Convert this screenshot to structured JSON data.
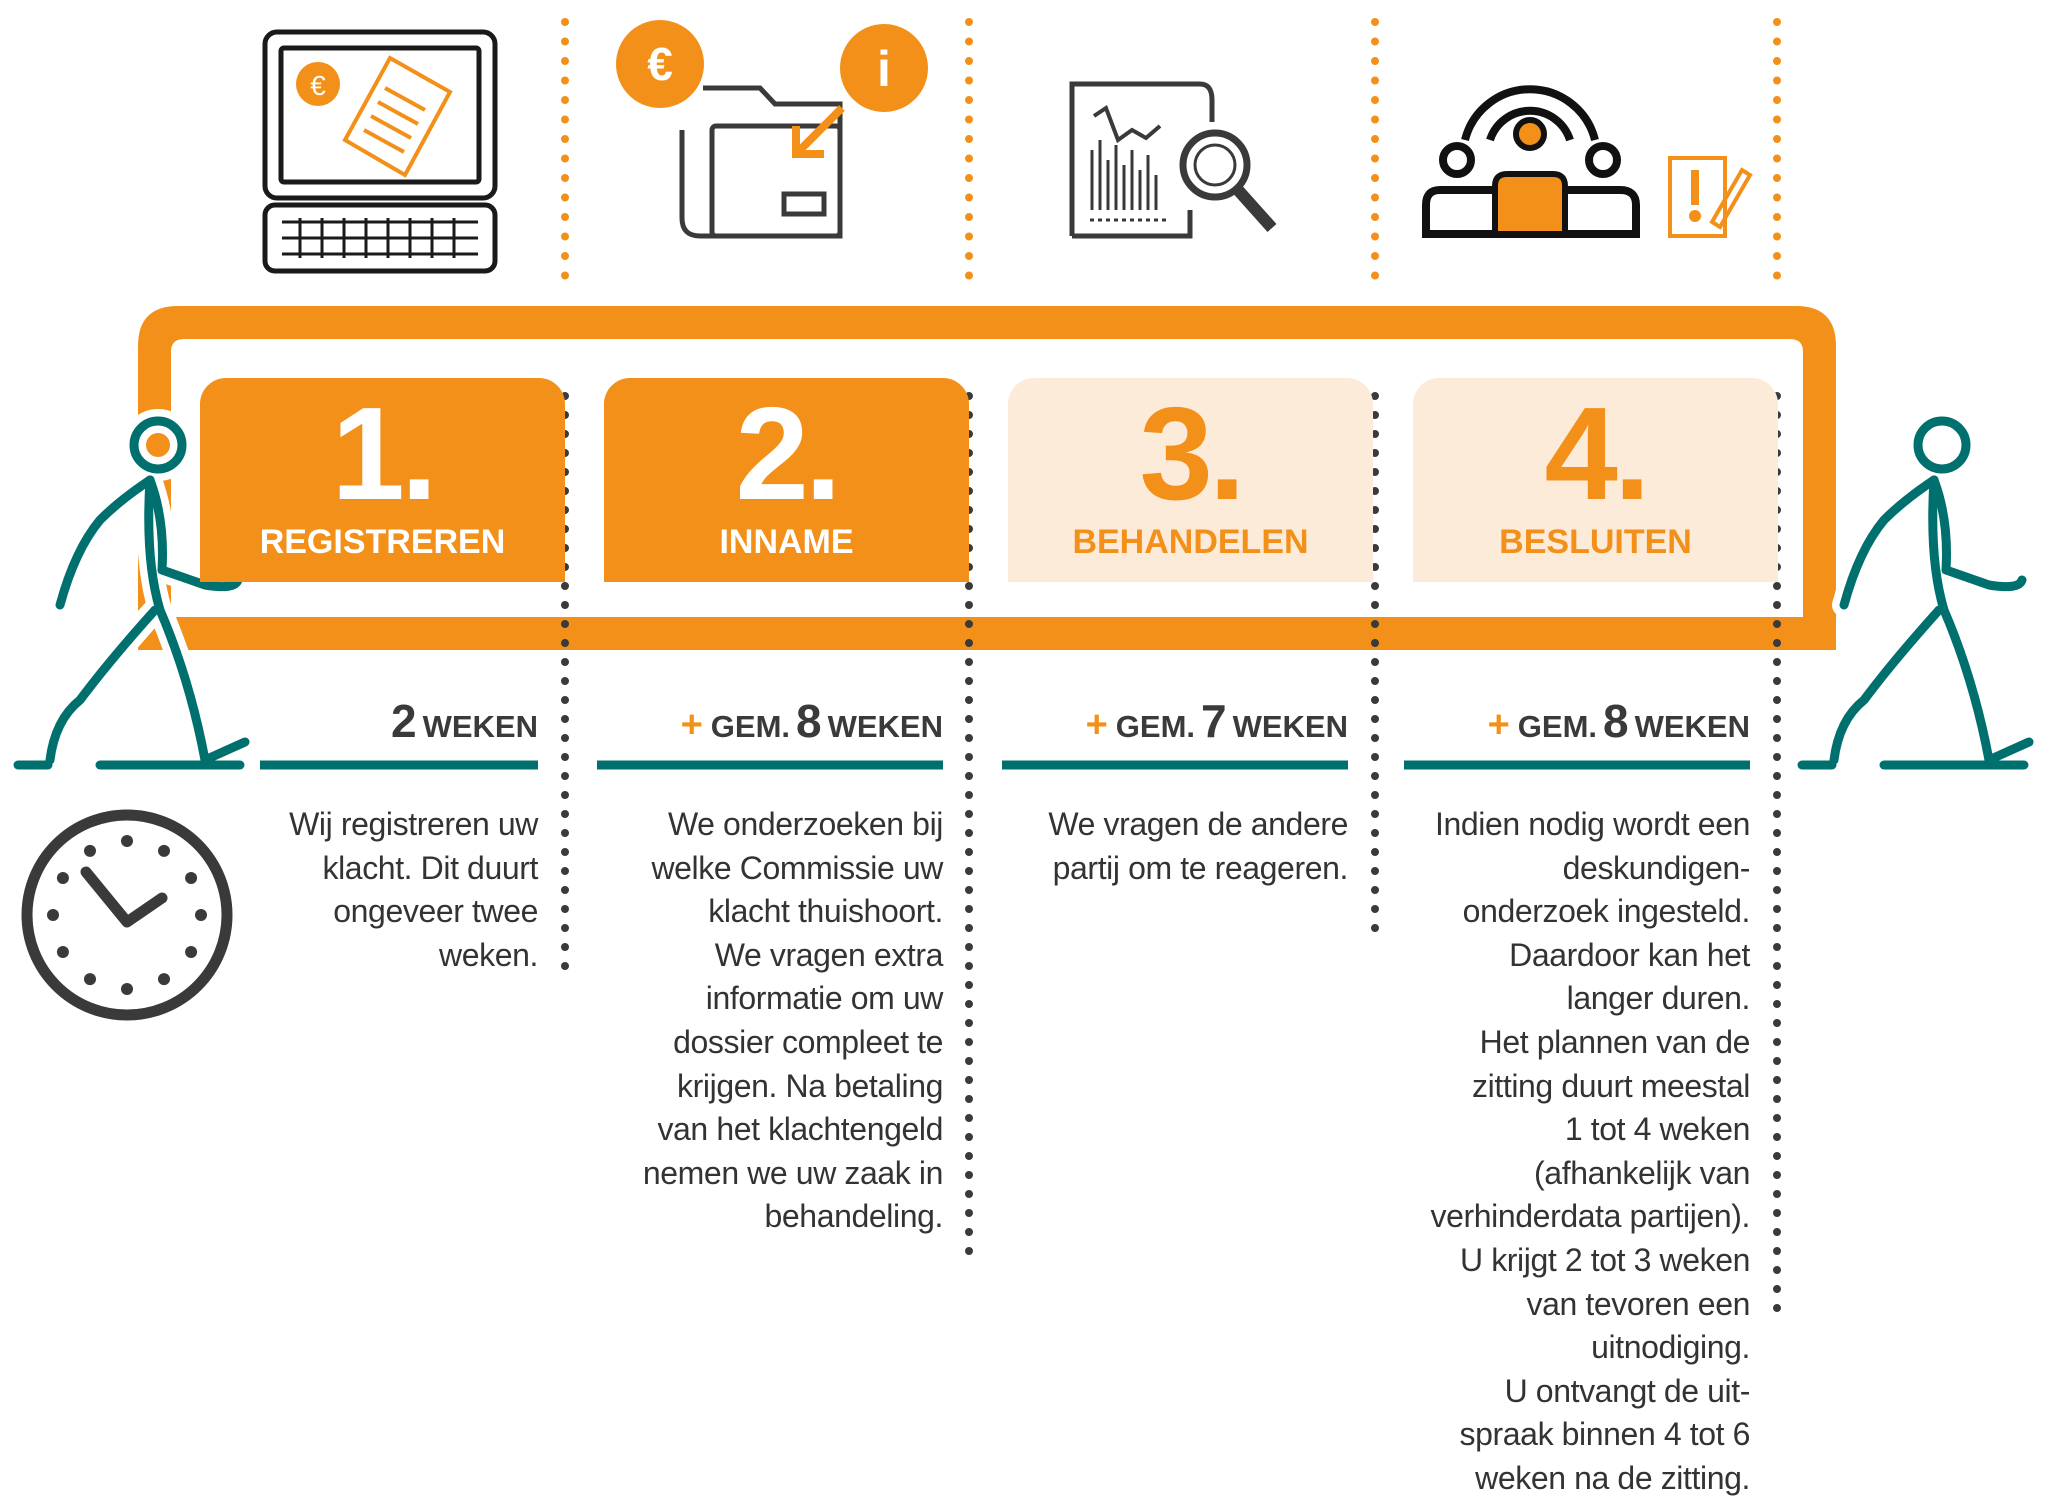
{
  "colors": {
    "orange": "#F39019",
    "light_orange": "#FDEBDA",
    "teal": "#00706E",
    "dark": "#3A3A3A"
  },
  "icons": [
    "computer-with-invoice-icon",
    "folder-with-euro-and-info-icon",
    "report-with-magnifier-icon",
    "hearing-panel-icon",
    "document-with-pen-icon",
    "walking-person-icon",
    "clock-icon"
  ],
  "steps": [
    {
      "number": "1.",
      "label": "REGISTREREN",
      "state": "active",
      "duration": {
        "plus": "",
        "prefix": "",
        "number": "2",
        "unit": "WEKEN"
      },
      "lines": [
        "Wij registreren uw",
        "klacht. Dit duurt",
        "ongeveer twee",
        "weken."
      ]
    },
    {
      "number": "2.",
      "label": "INNAME",
      "state": "active",
      "duration": {
        "plus": "+",
        "prefix": "GEM.",
        "number": "8",
        "unit": "WEKEN"
      },
      "lines": [
        "We onderzoeken bij",
        "welke Commissie uw",
        "klacht thuishoort.",
        "We vragen extra",
        "informatie om uw",
        "dossier compleet te",
        "krijgen. Na betaling",
        "van het klachtengeld",
        "nemen we uw zaak in",
        "behandeling."
      ]
    },
    {
      "number": "3.",
      "label": "BEHANDELEN",
      "state": "pending",
      "duration": {
        "plus": "+",
        "prefix": "GEM.",
        "number": "7",
        "unit": "WEKEN"
      },
      "lines": [
        "We vragen de andere",
        "partij om te reageren."
      ]
    },
    {
      "number": "4.",
      "label": "BESLUITEN",
      "state": "pending",
      "duration": {
        "plus": "+",
        "prefix": "GEM.",
        "number": "8",
        "unit": "WEKEN"
      },
      "lines": [
        "Indien nodig wordt een",
        "deskundigen-",
        "onderzoek ingesteld.",
        "Daardoor kan het",
        "langer duren.",
        "Het plannen van de",
        "zitting duurt meestal",
        "1 tot 4 weken",
        "(afhankelijk van",
        "verhinderdata partijen).",
        "U krijgt 2 tot 3 weken",
        "van tevoren een",
        "uitnodiging.",
        "U ontvangt de uit-",
        "spraak binnen 4 tot 6",
        "weken na de zitting."
      ]
    }
  ]
}
